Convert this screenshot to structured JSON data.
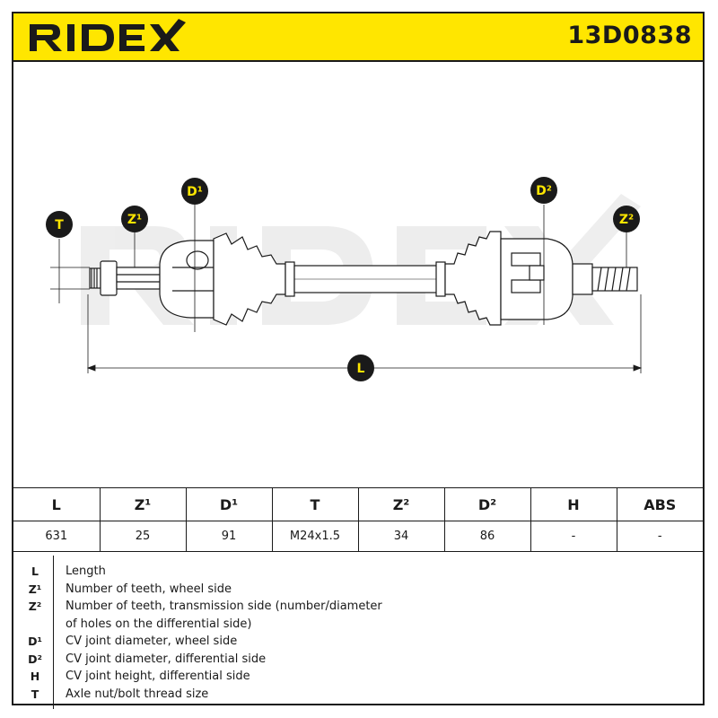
{
  "header": {
    "brand": "RIDEX",
    "part_number": "13D0838",
    "brand_color": "#ffe600"
  },
  "diagram": {
    "watermark": "RIDEX",
    "callouts": {
      "T": "T",
      "Z1": "Z¹",
      "D1": "D¹",
      "D2": "D²",
      "Z2": "Z²",
      "L": "L"
    }
  },
  "spec_table": {
    "headers": [
      "L",
      "Z¹",
      "D¹",
      "T",
      "Z²",
      "D²",
      "H",
      "ABS"
    ],
    "values": [
      "631",
      "25",
      "91",
      "M24x1.5",
      "34",
      "86",
      "-",
      "-"
    ]
  },
  "legend": [
    {
      "key": "L",
      "text": "Length"
    },
    {
      "key": "Z¹",
      "text": "Number of teeth, wheel side"
    },
    {
      "key": "Z²",
      "text": "Number of teeth, transmission side (number/diameter"
    },
    {
      "key": "",
      "text": "of holes on the differential side)"
    },
    {
      "key": "D¹",
      "text": "CV joint diameter, wheel side"
    },
    {
      "key": "D²",
      "text": "CV joint diameter, differential side"
    },
    {
      "key": "H",
      "text": "CV joint height, differential side"
    },
    {
      "key": "T",
      "text": "Axle nut/bolt thread size"
    }
  ]
}
